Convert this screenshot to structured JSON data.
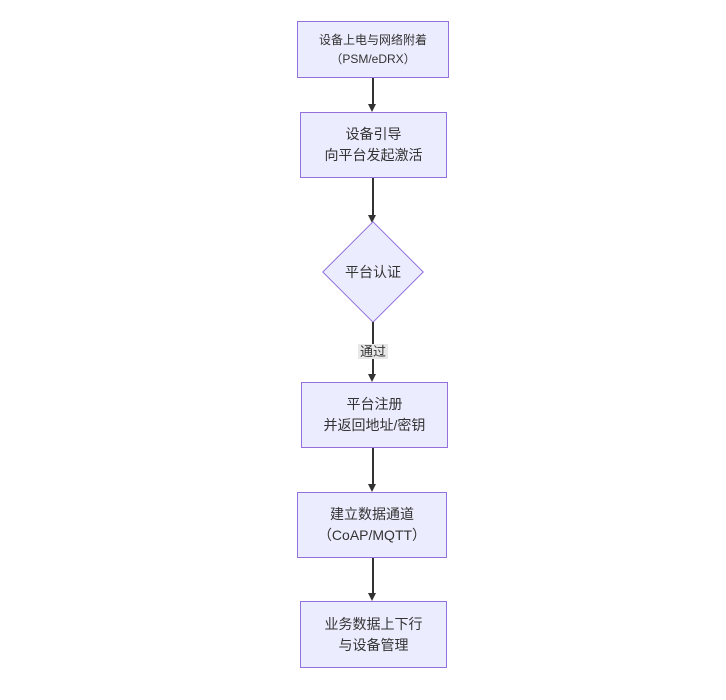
{
  "diagram": {
    "type": "flowchart",
    "direction": "top-down",
    "colors": {
      "background": "#ffffff",
      "node_fill": "#ECECFF",
      "node_border": "#9370DB",
      "text": "#333333",
      "arrow": "#333333",
      "edge_label_bg": "#e8e8e8"
    },
    "nodes": [
      {
        "id": "power-attach",
        "shape": "rect",
        "line1": "设备上电与网络附着",
        "line2": "（PSM/eDRX）"
      },
      {
        "id": "bootstrap",
        "shape": "rect",
        "line1": "设备引导",
        "line2": "向平台发起激活"
      },
      {
        "id": "platform-auth",
        "shape": "diamond",
        "line1": "平台认证",
        "line2": ""
      },
      {
        "id": "register",
        "shape": "rect",
        "line1": "平台注册",
        "line2": "并返回地址/密钥"
      },
      {
        "id": "data-channel",
        "shape": "rect",
        "line1": "建立数据通道",
        "line2": "（CoAP/MQTT）"
      },
      {
        "id": "business",
        "shape": "rect",
        "line1": "业务数据上下行",
        "line2": "与设备管理"
      }
    ],
    "edges": [
      {
        "from": "power-attach",
        "to": "bootstrap",
        "label": ""
      },
      {
        "from": "bootstrap",
        "to": "platform-auth",
        "label": ""
      },
      {
        "from": "platform-auth",
        "to": "register",
        "label": "通过"
      },
      {
        "from": "register",
        "to": "data-channel",
        "label": ""
      },
      {
        "from": "data-channel",
        "to": "business",
        "label": ""
      }
    ]
  }
}
